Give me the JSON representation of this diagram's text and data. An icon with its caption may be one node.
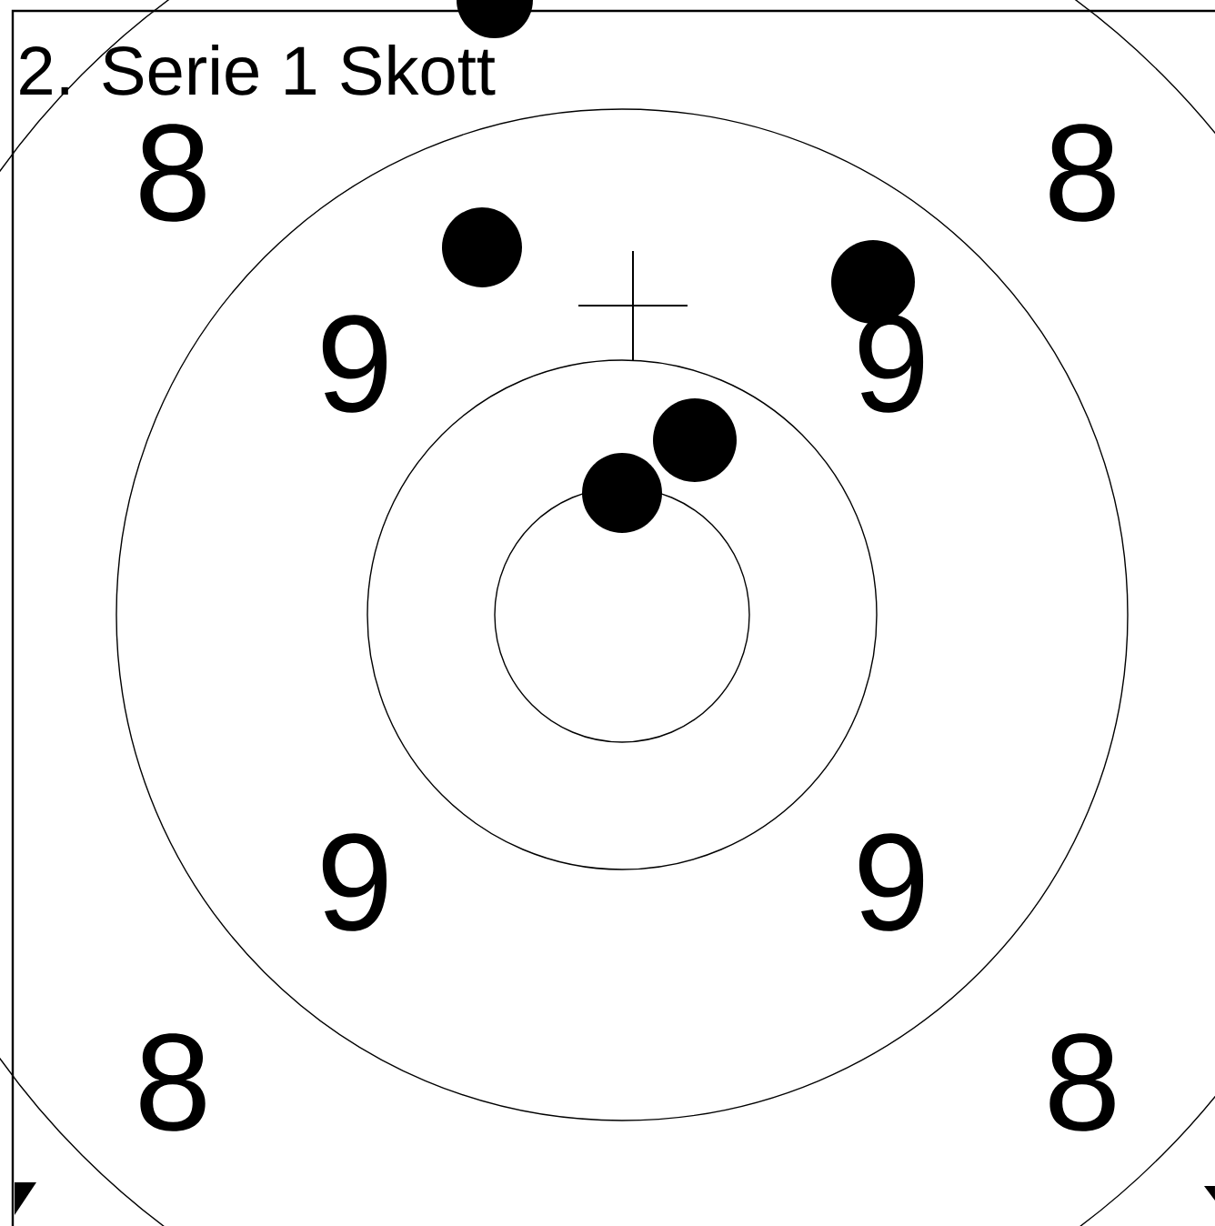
{
  "diagram": {
    "title": "2. Serie 1 Skott",
    "labels": [
      "8",
      "8",
      "9",
      "9",
      "9",
      "9",
      "8",
      "8"
    ]
  }
}
